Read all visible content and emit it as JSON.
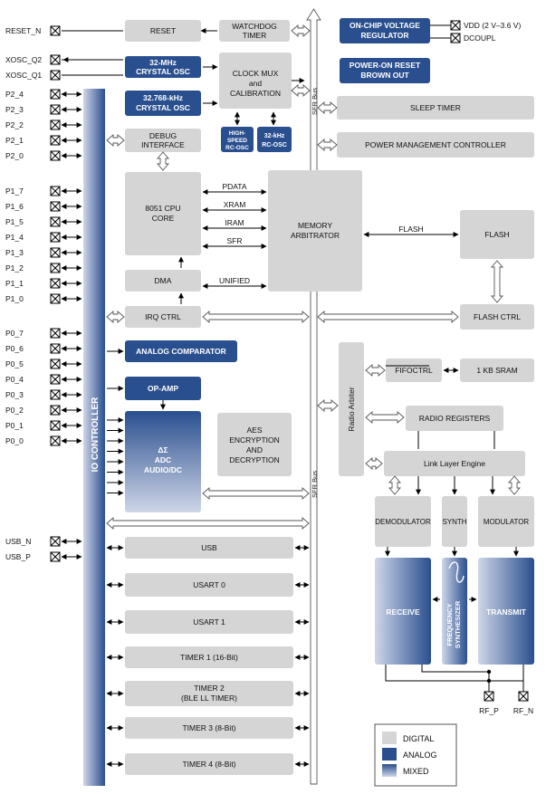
{
  "pins": {
    "reset_n": "RESET_N",
    "xosc_q2": "XOSC_Q2",
    "xosc_q1": "XOSC_Q1",
    "p2": [
      "P2_4",
      "P2_3",
      "P2_2",
      "P2_1",
      "P2_0"
    ],
    "p1": [
      "P1_7",
      "P1_6",
      "P1_5",
      "P1_4",
      "P1_3",
      "P1_2",
      "P1_1",
      "P1_0"
    ],
    "p0": [
      "P0_7",
      "P0_6",
      "P0_5",
      "P0_4",
      "P0_3",
      "P0_2",
      "P0_1",
      "P0_0"
    ],
    "usb_n": "USB_N",
    "usb_p": "USB_P",
    "vdd": "VDD (2 V–3.6 V)",
    "dcoupl": "DCOUPL",
    "rf_p": "RF_P",
    "rf_n": "RF_N"
  },
  "blocks": {
    "reset": "RESET",
    "watchdog": [
      "WATCHDOG",
      "TIMER"
    ],
    "osc32m": [
      "32-MHz",
      "CRYSTAL OSC"
    ],
    "osc32k": [
      "32.768-kHz",
      "CRYSTAL OSC"
    ],
    "clockmux": [
      "CLOCK MUX",
      "and",
      "CALIBRATION"
    ],
    "hs_rc": [
      "HIGH-",
      "SPEED",
      "RC-OSC"
    ],
    "rc32k": [
      "32-kHz",
      "RC-OSC"
    ],
    "debug": [
      "DEBUG",
      "INTERFACE"
    ],
    "cpu": [
      "8051 CPU",
      "CORE"
    ],
    "dma": "DMA",
    "irq": "IRQ CTRL",
    "mem": [
      "MEMORY",
      "ARBITRATOR"
    ],
    "pdata": "PDATA",
    "xram": "XRAM",
    "iram": "IRAM",
    "sfr": "SFR",
    "unified": "UNIFIED",
    "flash_link": "FLASH",
    "flash": "FLASH",
    "flash_ctrl": "FLASH CTRL",
    "vreg": [
      "ON-CHIP VOLTAGE",
      "REGULATOR"
    ],
    "por": [
      "POWER-ON RESET",
      "BROWN OUT"
    ],
    "sleep": "SLEEP TIMER",
    "pmc": "POWER MANAGEMENT CONTROLLER",
    "sfr_bus": "SFR Bus",
    "analog_comp": "ANALOG COMPARATOR",
    "opamp": "OP-AMP",
    "adc": [
      "ΔΣ",
      "ADC",
      "AUDIO/DC"
    ],
    "aes": [
      "AES",
      "ENCRYPTION",
      "AND",
      "DECRYPTION"
    ],
    "io_ctrl": "IO CONTROLLER",
    "usb": "USB",
    "usart0": "USART 0",
    "usart1": "USART 1",
    "timer1": "TIMER 1 (16-Bit)",
    "timer2": [
      "TIMER 2",
      "(BLE LL TIMER)"
    ],
    "timer3": "TIMER 3 (8-Bit)",
    "timer4": "TIMER 4 (8-Bit)",
    "radio_arbiter": "Radio Arbiter",
    "fifoctrl": "FIFOCTRL",
    "sram": "1 KB SRAM",
    "radio_regs": "RADIO REGISTERS",
    "lle": "Link Layer Engine",
    "demod": "DEMODULATOR",
    "synth": "SYNTH",
    "mod": "MODULATOR",
    "receive": "RECEIVE",
    "freq_synth": [
      "FREQUENCY",
      "SYNTHESIZER"
    ],
    "transmit": "TRANSMIT"
  },
  "legend": {
    "digital": "DIGITAL",
    "analog": "ANALOG",
    "mixed": "MIXED"
  },
  "colors": {
    "digital": "#d5d5d5",
    "analog": "#2a4f8f",
    "mixed_top": "#2a4f8f",
    "mixed_bottom": "#cfd6e8"
  }
}
